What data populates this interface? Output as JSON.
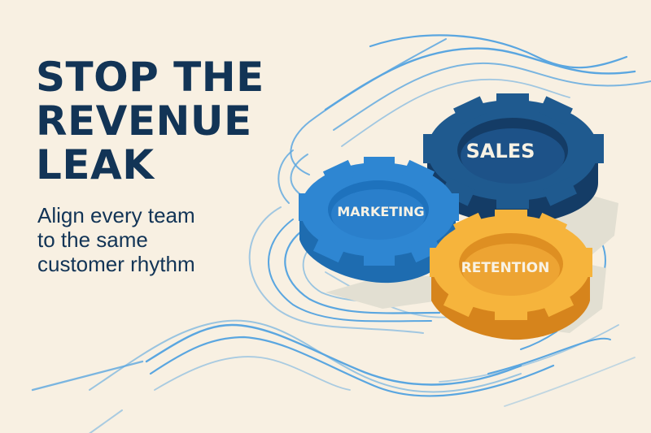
{
  "headline": {
    "lines": [
      "STOP THE",
      "REVENUE",
      "LEAK"
    ]
  },
  "subhead": {
    "lines": [
      "Align every team",
      "to the same",
      "customer rhythm"
    ]
  },
  "gears": {
    "sales": {
      "label": "SALES",
      "color": "#1f4e80"
    },
    "marketing": {
      "label": "MARKETING",
      "color": "#2d82cf"
    },
    "retention": {
      "label": "RETENTION",
      "color": "#f2ad36"
    }
  },
  "colors": {
    "background": "#f8f0e2",
    "text": "#123456",
    "wave": "#5aa6e0"
  }
}
